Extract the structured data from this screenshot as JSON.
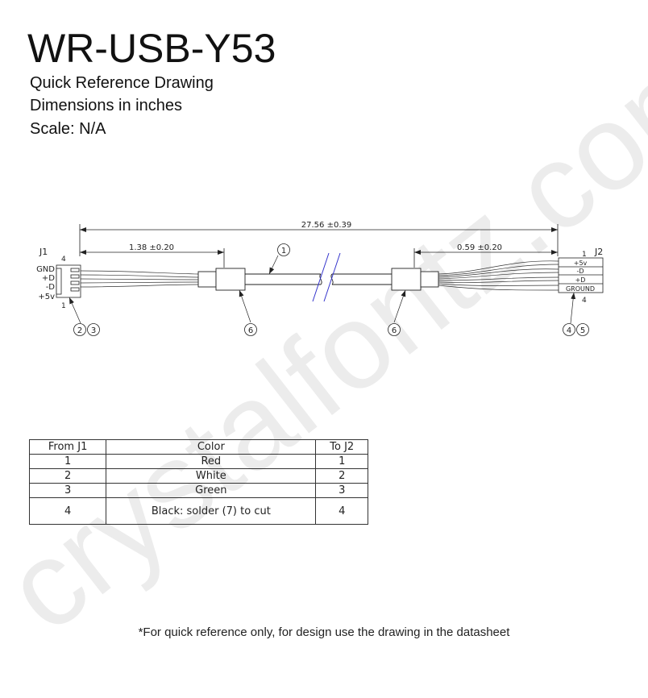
{
  "header": {
    "title": "WR-USB-Y53",
    "subtitle_1": "Quick Reference Drawing",
    "subtitle_2": "Dimensions in inches",
    "subtitle_3": "Scale: N/A"
  },
  "watermark": {
    "text": "crystalfontz.com"
  },
  "drawing": {
    "dimensions": {
      "overall": "27.56 ±0.39",
      "left_breakout": "1.38 ±0.20",
      "right_breakout": "0.59 ±0.20"
    },
    "j1": {
      "label": "J1",
      "pin_top": "4",
      "pin_bottom": "1",
      "pins": [
        "GND",
        "+D",
        "-D",
        "+5v"
      ]
    },
    "j2": {
      "label": "J2",
      "pin_top": "1",
      "pin_bottom": "4",
      "pins": [
        "+5v",
        "-D",
        "+D",
        "GROUND"
      ]
    },
    "balloons": {
      "cable": "1",
      "j1_a": "2",
      "j1_b": "3",
      "sleeve_left": "6",
      "sleeve_right": "6",
      "j2_a": "4",
      "j2_b": "5"
    },
    "colors": {
      "line": "#222222",
      "break_mark": "#3333cc",
      "watermark": "#ececec"
    }
  },
  "table": {
    "headers": [
      "From J1",
      "Color",
      "To J2"
    ],
    "rows": [
      [
        "1",
        "Red",
        "1"
      ],
      [
        "2",
        "White",
        "2"
      ],
      [
        "3",
        "Green",
        "3"
      ],
      [
        "4",
        "Black: solder (7) to cut",
        "4"
      ]
    ]
  },
  "footnote": "*For quick reference only, for design use the drawing in the datasheet"
}
